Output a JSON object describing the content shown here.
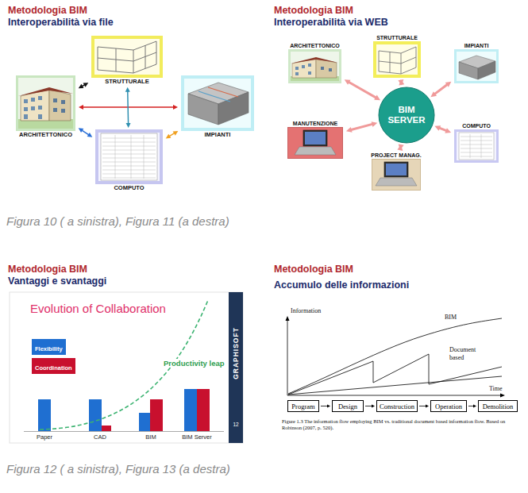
{
  "diagram": {
    "nodes": [
      {
        "text": [
          "ARCHITETTONICO"
        ]
      },
      {
        "text": [
          "STRUTTURALE"
        ]
      },
      {
        "text": [
          "IMPIANTI"
        ]
      },
      {
        "text": [
          "COMPUTO"
        ]
      },
      {
        "text": [
          "ARCHITETTONICO"
        ]
      },
      {
        "text": [
          "STRUTTURALE"
        ]
      },
      {
        "text": [
          "IMPIANTI"
        ]
      },
      {
        "text": [
          "BIM SERVER"
        ]
      },
      {
        "text": [
          "MANUTENZIONE"
        ]
      },
      {
        "text": [
          "COMPUTO"
        ]
      },
      {
        "text": [
          "PROJECT MANAG."
        ]
      },
      {
        "text": [
          "Program"
        ]
      },
      {
        "text": [
          "Design"
        ]
      },
      {
        "text": [
          "Construction"
        ]
      },
      {
        "text": [
          "Operation"
        ]
      },
      {
        "text": [
          "Demolition"
        ]
      }
    ],
    "edges": [
      {
        "from": 0,
        "to": 1,
        "arrow": "both"
      },
      {
        "from": 0,
        "to": 2,
        "arrow": "both"
      },
      {
        "from": 0,
        "to": 3,
        "arrow": "both"
      },
      {
        "from": 3,
        "to": 1,
        "arrow": "both"
      },
      {
        "from": 3,
        "to": 2,
        "arrow": "both"
      },
      {
        "from": 4,
        "to": 7,
        "arrow": "both"
      },
      {
        "from": 5,
        "to": 7,
        "arrow": "both"
      },
      {
        "from": 6,
        "to": 7,
        "arrow": "both"
      },
      {
        "from": 8,
        "to": 7,
        "arrow": "both"
      },
      {
        "from": 9,
        "to": 7,
        "arrow": "both"
      },
      {
        "from": 10,
        "to": 7,
        "arrow": "both"
      },
      {
        "from": 11,
        "to": 12,
        "arrow": "to"
      },
      {
        "from": 12,
        "to": 13,
        "arrow": "to"
      },
      {
        "from": 13,
        "to": 14,
        "arrow": "to"
      },
      {
        "from": 14,
        "to": 15,
        "arrow": "to"
      }
    ],
    "labels": [
      "Metodologia BIM",
      "Interoperabilità via file",
      "Metodologia BIM",
      "Interoperabilità via WEB",
      "Figura 10 ( a sinistra), Figura 11 (a destra)",
      "Metodologia BIM",
      "Vantaggi e svantaggi",
      "Evolution of Collaboration",
      "Productivity leap",
      "Paper",
      "CAD",
      "BIM",
      "BIM Server",
      "GRAPHISOFT",
      "12",
      "Metodologia BIM",
      "Accumulo delle informazioni",
      "Information",
      "Time",
      "BIM",
      "Document based",
      "Figure 1.3 The information flow employing BIM vs. traditional document based information flow. Based on Robinson (2007, p. 520).",
      "Figura 12 ( a sinistra), Figura 13 (a destra)"
    ],
    "legend": [
      {
        "text": "Flexibility",
        "color": "#1f6fd1"
      },
      {
        "text": "Coordination",
        "color": "#c8102e"
      }
    ]
  }
}
